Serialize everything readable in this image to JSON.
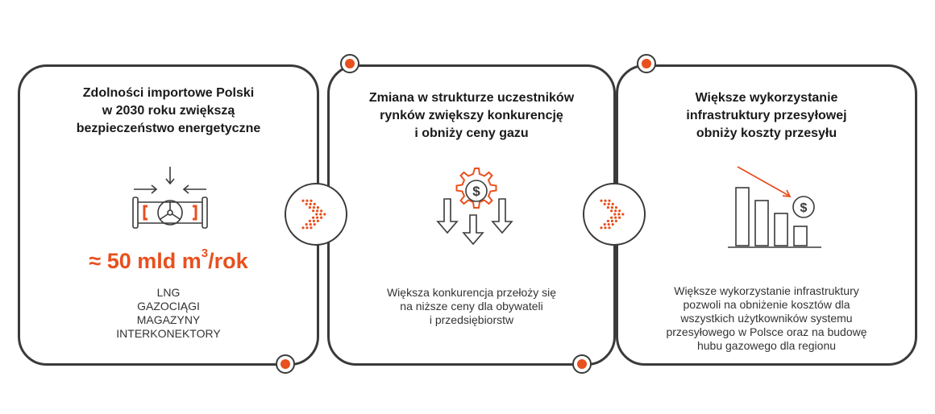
{
  "colors": {
    "accent": "#e8501e",
    "stroke": "#3a3a3a",
    "text": "#1a1a1a"
  },
  "cards": [
    {
      "title": "Zdolności importowe Polski\nw 2030 roku zwiększą\nbezpieczeństwo energetyczne",
      "icon": "pipeline-valve-icon",
      "value_main": "≈ 50 mld m",
      "value_sup": "3",
      "value_unit": "/rok",
      "list": [
        "LNG",
        "GAZOCIĄGI",
        "MAGAZYNY",
        "INTERKONEKTORY"
      ]
    },
    {
      "title": "Zmiana w strukturze uczestników\nrynków zwiększy konkurencję\ni obniży ceny gazu",
      "icon": "gear-dollar-arrows-icon",
      "description": "Większa konkurencja przełoży się\nna niższe ceny dla obywateli\ni przedsiębiorstw"
    },
    {
      "title": "Większe wykorzystanie\ninfrastruktury przesyłowej\nobniży koszty przesyłu",
      "icon": "declining-bars-dollar-icon",
      "description": "Większe wykorzystanie infrastruktury\npozwoli na obniżenie kosztów dla\nwszystkich użytkowników systemu\nprzesyłowego w Polsce oraz na budowę\nhubu gazowego dla regionu"
    }
  ],
  "connectors": [
    "dotted-arrow-icon",
    "dotted-arrow-icon"
  ]
}
